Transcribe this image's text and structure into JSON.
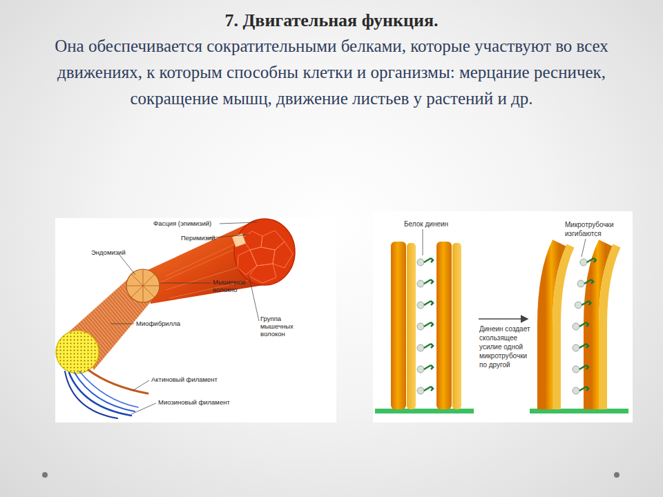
{
  "diagram": {
    "title": "7. Двигательная функция.",
    "labels": [
      "Она обеспечивается сократительными белками, которые участвуют во всех движениях, к которым способны клетки и организмы: мерцание ресничек, сокращение мышц, движение листьев у растений и др.",
      "Фасция (эпимизий)",
      "Перимизий",
      "Эндомизий",
      "Мышечное волокно",
      "Миофибрилла",
      "Группа мышечных волокон",
      "Актиновый филамент",
      "Миозиновый филамент",
      "Белок динеин",
      "Микротрубочки изгибаются",
      "Динеин создает скользящее усилие одной микротрубочки по другой"
    ]
  }
}
